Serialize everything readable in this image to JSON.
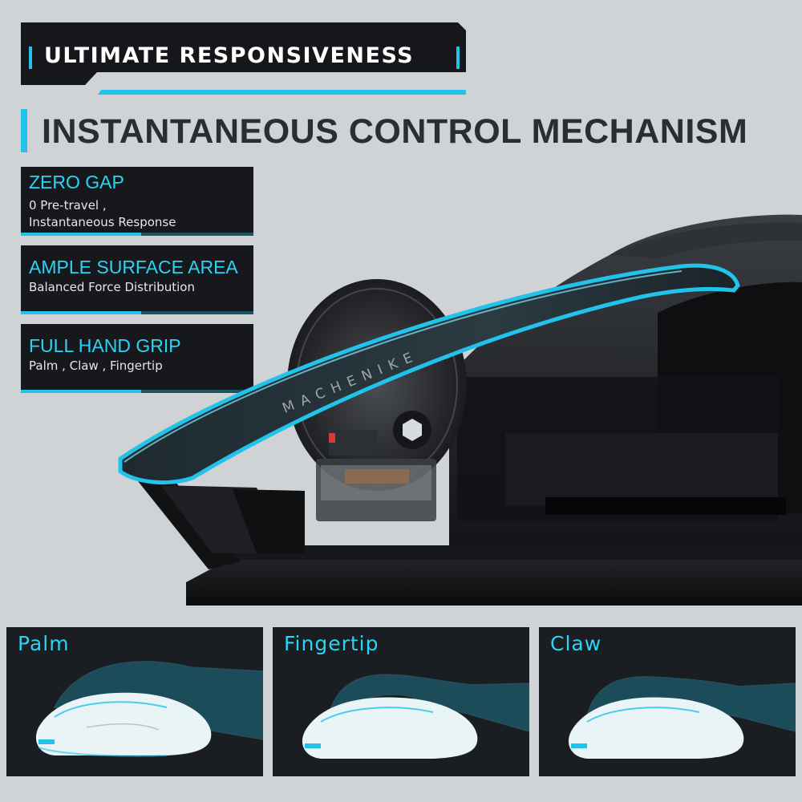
{
  "banner": {
    "title": "ULTIMATE RESPONSIVENESS"
  },
  "heading": "INSTANTANEOUS CONTROL MECHANISM",
  "features": [
    {
      "title": "ZERO GAP",
      "desc": "0 Pre-travel ,\nInstantaneous Response"
    },
    {
      "title": "AMPLE SURFACE AREA",
      "desc": "Balanced Force Distribution"
    },
    {
      "title": "FULL HAND GRIP",
      "desc": "Palm , Claw , Fingertip"
    }
  ],
  "product": {
    "brand_mark": "MACHENIKE"
  },
  "grips": [
    {
      "label": "Palm"
    },
    {
      "label": "Fingertip"
    },
    {
      "label": "Claw"
    }
  ],
  "colors": {
    "accent": "#22c3ea",
    "background": "#cfd3d6",
    "panel": "#16181b",
    "heading": "#2b2d30"
  }
}
